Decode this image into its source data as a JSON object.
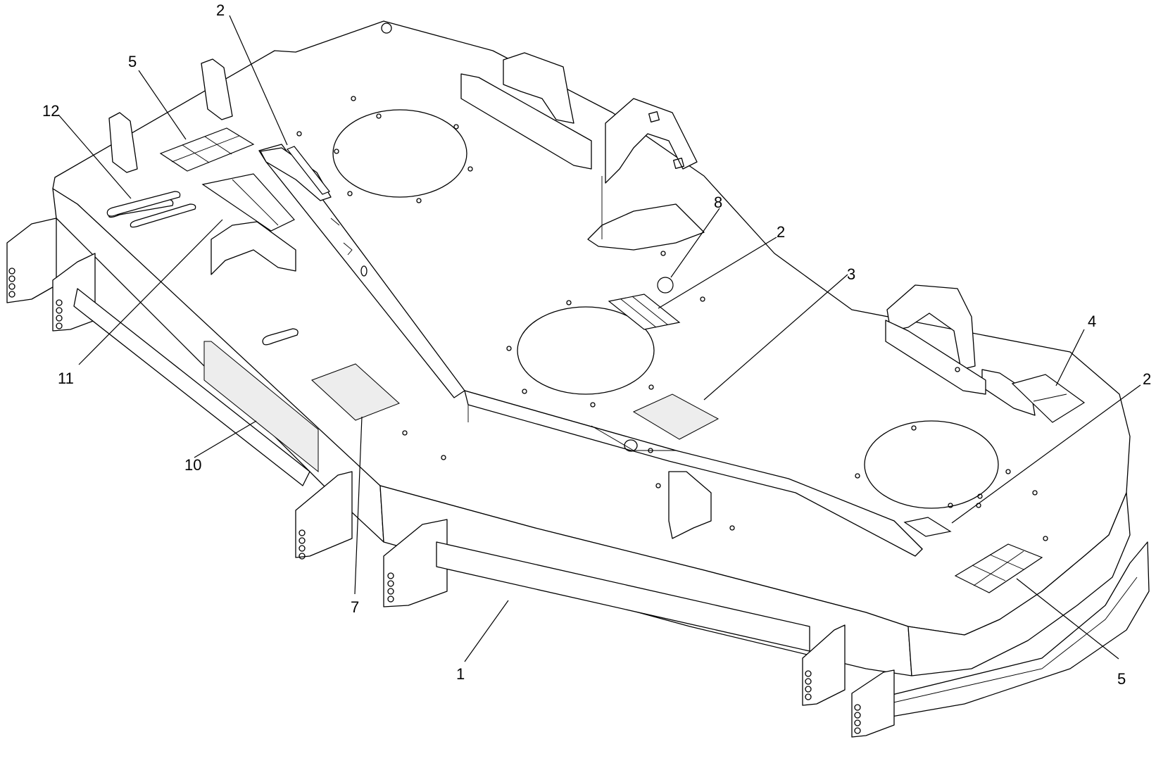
{
  "diagram": {
    "callouts": [
      {
        "id": "c1",
        "text": "1"
      },
      {
        "id": "c2a",
        "text": "2"
      },
      {
        "id": "c2b",
        "text": "2"
      },
      {
        "id": "c2c",
        "text": "2"
      },
      {
        "id": "c3",
        "text": "3"
      },
      {
        "id": "c4",
        "text": "4"
      },
      {
        "id": "c5a",
        "text": "5"
      },
      {
        "id": "c5b",
        "text": "5"
      },
      {
        "id": "c7",
        "text": "7"
      },
      {
        "id": "c8",
        "text": "8"
      },
      {
        "id": "c10",
        "text": "10"
      },
      {
        "id": "c11",
        "text": "11"
      },
      {
        "id": "c12",
        "text": "12"
      }
    ]
  }
}
